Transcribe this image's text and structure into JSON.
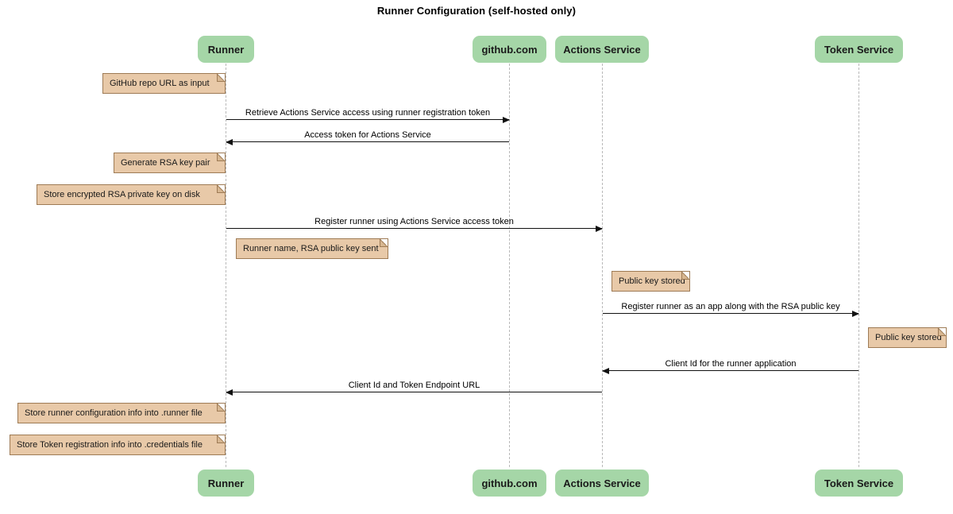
{
  "diagram": {
    "title": "Runner Configuration (self-hosted only)",
    "type": "sequence-diagram",
    "colors": {
      "participant_fill": "#a5d6a7",
      "note_fill": "#e8c9a8",
      "note_border": "#9e7b55",
      "lifeline": "#b9b9b9",
      "arrow": "#111111",
      "background": "#ffffff"
    }
  },
  "participants": [
    {
      "id": "runner",
      "label": "Runner"
    },
    {
      "id": "github",
      "label": "github.com"
    },
    {
      "id": "actions",
      "label": "Actions Service"
    },
    {
      "id": "token",
      "label": "Token Service"
    }
  ],
  "messages": [
    {
      "id": "m1",
      "label": "Retrieve Actions Service access using runner registration token",
      "from": "runner",
      "to": "github",
      "direction": "right"
    },
    {
      "id": "m2",
      "label": "Access token for Actions Service",
      "from": "github",
      "to": "runner",
      "direction": "left"
    },
    {
      "id": "m3",
      "label": "Register runner using Actions Service access token",
      "from": "runner",
      "to": "actions",
      "direction": "right"
    },
    {
      "id": "m4",
      "label": "Register runner as an app along with the RSA public key",
      "from": "actions",
      "to": "token",
      "direction": "right"
    },
    {
      "id": "m5",
      "label": "Client Id for the runner application",
      "from": "token",
      "to": "actions",
      "direction": "left"
    },
    {
      "id": "m6",
      "label": "Client Id and Token Endpoint URL",
      "from": "actions",
      "to": "runner",
      "direction": "left"
    }
  ],
  "notes": [
    {
      "id": "n1",
      "label": "GitHub repo URL as input",
      "attached_to": "runner"
    },
    {
      "id": "n2",
      "label": "Generate RSA key pair",
      "attached_to": "runner"
    },
    {
      "id": "n3",
      "label": "Store encrypted RSA private key on disk",
      "attached_to": "runner"
    },
    {
      "id": "n4",
      "label": "Runner name, RSA public key sent",
      "attached_to": "runner"
    },
    {
      "id": "n5",
      "label": "Public key stored",
      "attached_to": "actions"
    },
    {
      "id": "n6",
      "label": "Public key stored",
      "attached_to": "token"
    },
    {
      "id": "n7",
      "label": "Store runner configuration info into .runner file",
      "attached_to": "runner"
    },
    {
      "id": "n8",
      "label": "Store Token registration info into .credentials file",
      "attached_to": "runner"
    }
  ]
}
